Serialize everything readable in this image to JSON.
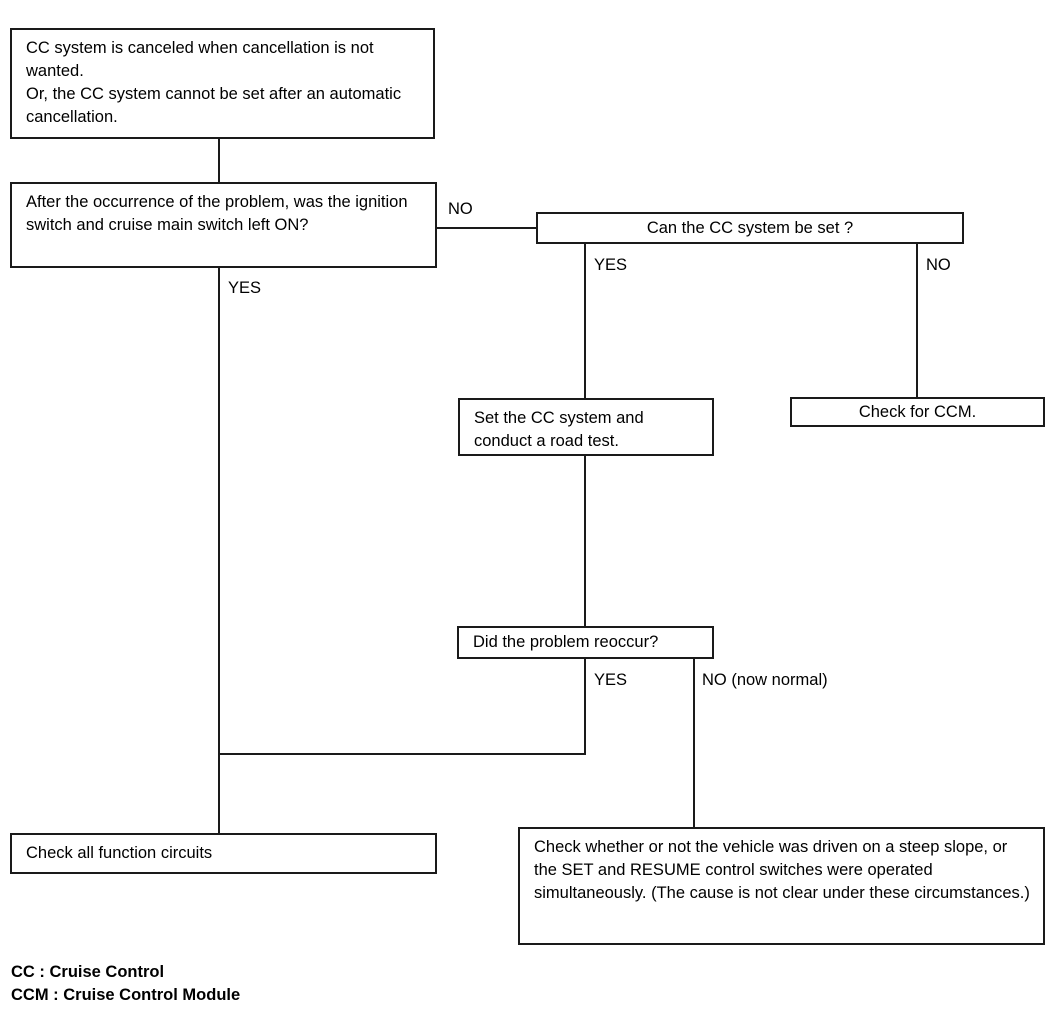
{
  "diagram": {
    "title": "CC system cancellation troubleshooting flowchart",
    "stroke_color": "#1a1a1a",
    "background_color": "#ffffff",
    "nodes": {
      "symptom": "CC system is canceled when cancellation is not wanted.\nOr, the CC system cannot be set after an automatic cancellation.",
      "question_ignition": "After the occurrence of the problem, was the ignition switch and cruise main switch left ON?",
      "question_can_set": "Can the CC system be set ?",
      "action_set_and_road_test": "Set the CC system and conduct a road test.",
      "action_check_ccm": "Check for CCM.",
      "question_reoccur": "Did the problem reoccur?",
      "action_check_all_circuits": "Check all function circuits",
      "action_check_steep_slope": "Check whether or not the vehicle was driven on a steep slope, or the SET and RESUME control switches were operated simultaneously. (The cause is not clear under these circumstances.)"
    },
    "edge_labels": {
      "ignition_no": "NO",
      "ignition_yes": "YES",
      "can_set_yes": "YES",
      "can_set_no": "NO",
      "reoccur_yes": "YES",
      "reoccur_no": "NO (now normal)"
    },
    "legend": {
      "cc": "CC : Cruise Control",
      "ccm": "CCM : Cruise Control Module"
    }
  }
}
